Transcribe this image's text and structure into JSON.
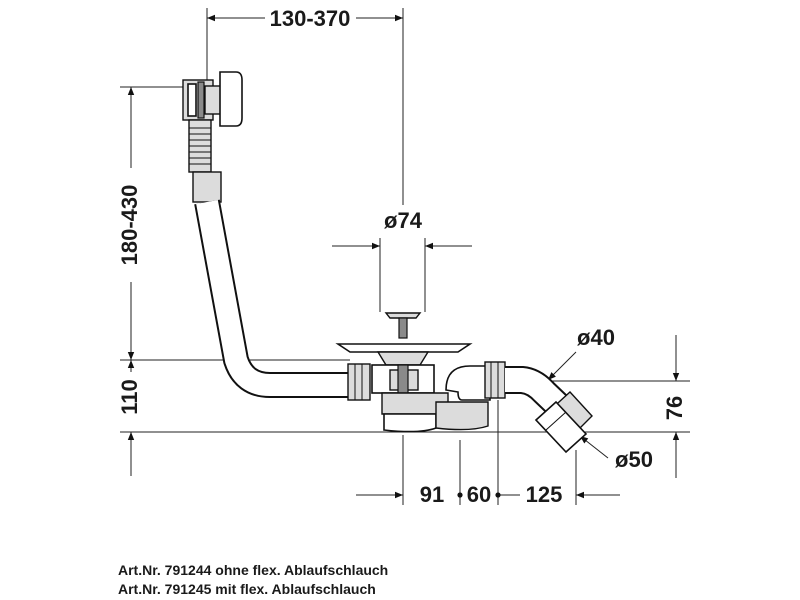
{
  "dimensions": {
    "top_width": "130-370",
    "left_height": "180-430",
    "left_low": "110",
    "drain_diameter": "ø74",
    "pipe_diameter": "ø40",
    "outlet_diameter": "ø50",
    "outlet_height": "76",
    "bottom_91": "91",
    "bottom_60": "60",
    "bottom_125": "125"
  },
  "articles": [
    "Art.Nr. 791244 ohne flex. Ablaufschlauch",
    "Art.Nr. 791245 mit flex. Ablaufschlauch"
  ]
}
